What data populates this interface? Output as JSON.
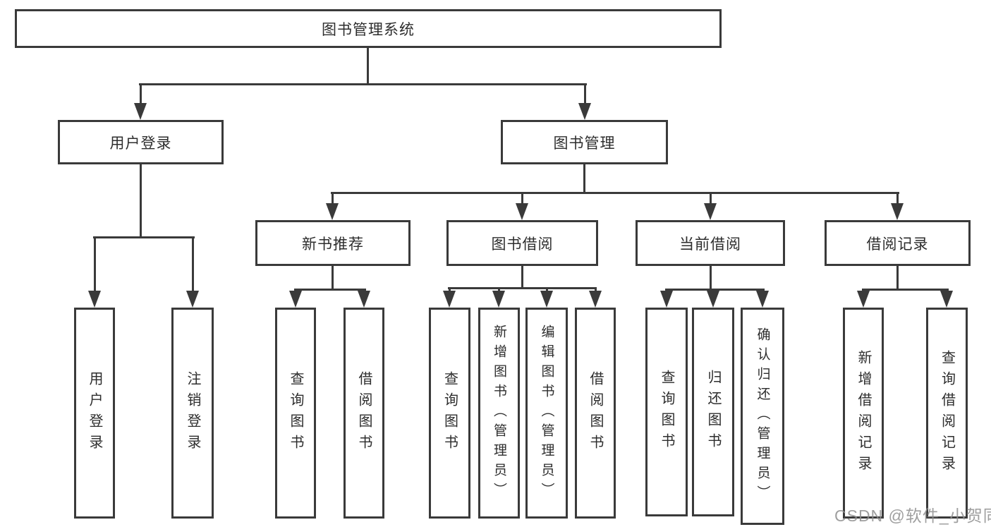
{
  "tree": {
    "root": {
      "label": "图书管理系统"
    },
    "children": [
      {
        "label": "用户登录",
        "children": [
          {
            "label": "用户登录"
          },
          {
            "label": "注销登录"
          }
        ]
      },
      {
        "label": "图书管理",
        "children": [
          {
            "label": "新书推荐",
            "children": [
              {
                "label": "查询图书"
              },
              {
                "label": "借阅图书"
              }
            ]
          },
          {
            "label": "图书借阅",
            "children": [
              {
                "label": "查询图书"
              },
              {
                "label": "新增图书（管理员）"
              },
              {
                "label": "编辑图书（管理员）"
              },
              {
                "label": "借阅图书"
              }
            ]
          },
          {
            "label": "当前借阅",
            "children": [
              {
                "label": "查询图书"
              },
              {
                "label": "归还图书"
              },
              {
                "label": "确认归还（管理员）"
              }
            ]
          },
          {
            "label": "借阅记录",
            "children": [
              {
                "label": "新增借阅记录"
              },
              {
                "label": "查询借阅记录"
              }
            ]
          }
        ]
      }
    ]
  },
  "watermark": {
    "text": "CSDN @软件_小贺同学"
  },
  "colors": {
    "line": "#3a3a3a",
    "text": "#2d2d2d",
    "watermark": "#8e8e8e",
    "background": "#ffffff"
  }
}
